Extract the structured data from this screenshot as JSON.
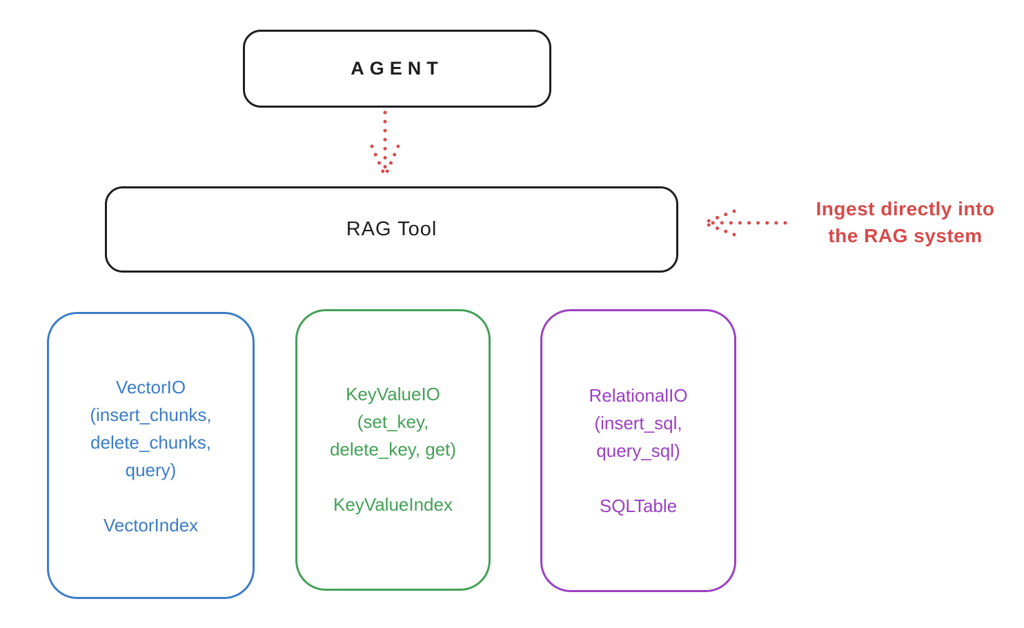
{
  "diagram": {
    "title_implied": "RAG Tool architecture",
    "stroke_color": "#1e1e1e",
    "arrow_color": "#d84a4a",
    "agent": {
      "label": "AGENT"
    },
    "rag_tool": {
      "label": "RAG Tool"
    },
    "annotation": {
      "line1": "Ingest directly into",
      "line2": "the RAG system",
      "color": "#d84a4a"
    },
    "boxes": [
      {
        "id": "vector-io",
        "color": "#3b7cc8",
        "lines": [
          "VectorIO",
          "(insert_chunks,",
          "delete_chunks,",
          "query)"
        ],
        "index_label": "VectorIndex"
      },
      {
        "id": "key-value-io",
        "color": "#43a055",
        "lines": [
          "KeyValueIO",
          "(set_key,",
          "delete_key, get)"
        ],
        "index_label": "KeyValueIndex"
      },
      {
        "id": "relational-io",
        "color": "#9c3fc2",
        "lines": [
          "RelationalIO",
          "(insert_sql,",
          "query_sql)"
        ],
        "index_label": "SQLTable"
      }
    ]
  }
}
